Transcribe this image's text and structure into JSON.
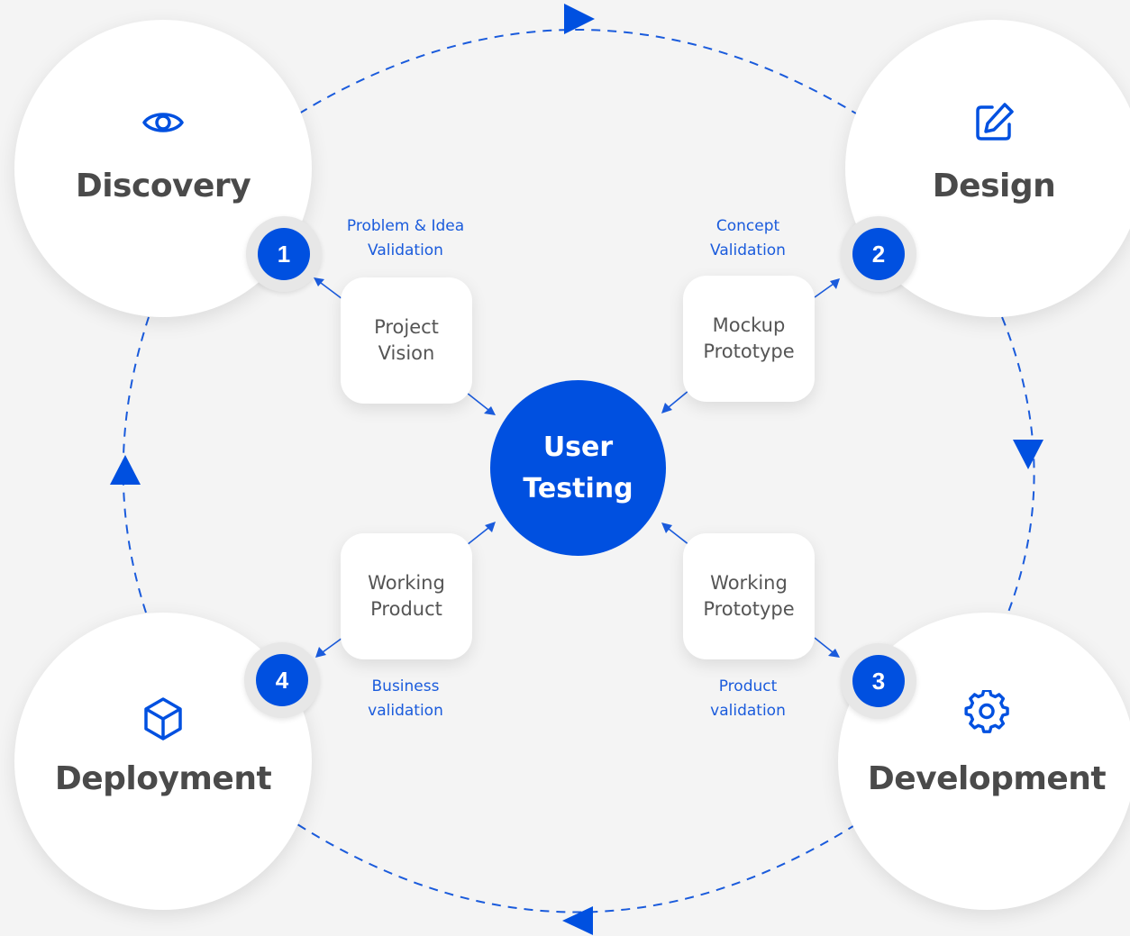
{
  "phases": [
    {
      "id": 1,
      "title": "Discovery",
      "icon": "eye-icon"
    },
    {
      "id": 2,
      "title": "Design",
      "icon": "edit-icon"
    },
    {
      "id": 3,
      "title": "Development",
      "icon": "gear-icon"
    },
    {
      "id": 4,
      "title": "Deployment",
      "icon": "box-icon"
    }
  ],
  "badges": [
    "1",
    "2",
    "3",
    "4"
  ],
  "cards": [
    {
      "line1": "Project",
      "line2": "Vision"
    },
    {
      "line1": "Mockup",
      "line2": "Prototype"
    },
    {
      "line1": "Working",
      "line2": "Prototype"
    },
    {
      "line1": "Working",
      "line2": "Product"
    }
  ],
  "notes": [
    {
      "line1": "Problem & Idea",
      "line2": "Validation"
    },
    {
      "line1": "Concept",
      "line2": "Validation"
    },
    {
      "line1": "Product",
      "line2": "validation"
    },
    {
      "line1": "Business",
      "line2": "validation"
    }
  ],
  "center": {
    "line1": "User",
    "line2": "Testing"
  },
  "colors": {
    "accent": "#0050e0",
    "note_text": "#1a5bdc",
    "background": "#f4f4f4"
  }
}
